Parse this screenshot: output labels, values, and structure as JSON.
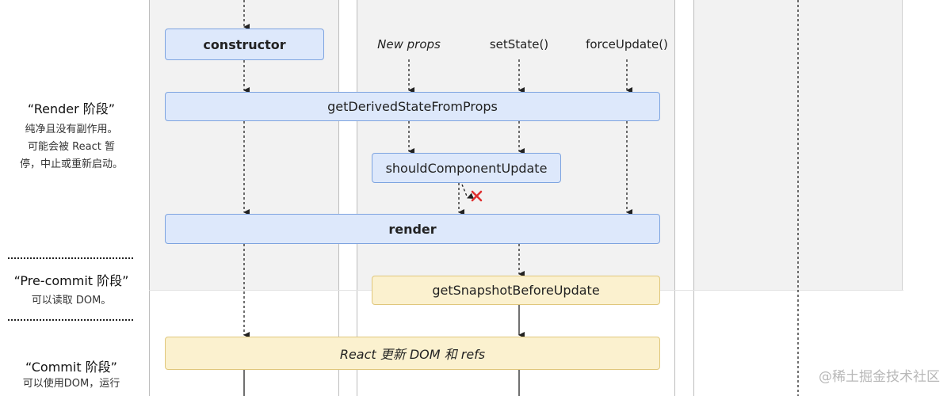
{
  "phases": {
    "render": {
      "title": "“Render 阶段”",
      "desc": [
        "纯净且没有副作用。",
        "可能会被 React 暂",
        "停，中止或重新启动。"
      ]
    },
    "precommit": {
      "title": "“Pre-commit 阶段”",
      "desc": [
        "可以读取 DOM。"
      ]
    },
    "commit": {
      "title": "“Commit 阶段”",
      "desc": [
        "可以使用DOM，运行"
      ]
    }
  },
  "boxes": {
    "constructor": "constructor",
    "gdsfp": "getDerivedStateFromProps",
    "scu": "shouldComponentUpdate",
    "render": "render",
    "gsbu": "getSnapshotBeforeUpdate",
    "react_update": "React 更新 DOM 和 refs"
  },
  "triggers": {
    "new_props": "New props",
    "set_state": "setState()",
    "force_update": "forceUpdate()"
  },
  "watermark": "@稀土掘金技术社区",
  "colors": {
    "blue_box": "#dde8fb",
    "blue_border": "#7ea4e0",
    "yellow_box": "#fbf1cf",
    "yellow_border": "#e0c77c",
    "cross": "#e03030"
  }
}
